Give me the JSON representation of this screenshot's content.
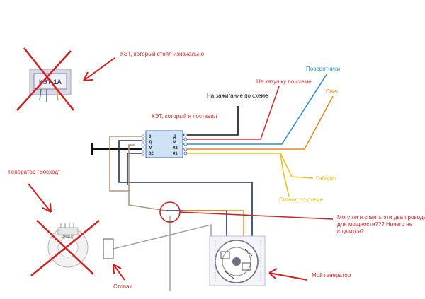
{
  "colors": {
    "annotation": "#d22020",
    "wire_black": "#111111",
    "wire_red": "#d23030",
    "wire_blue": "#2a8fcf",
    "wire_orange": "#e08a1e",
    "wire_yellow": "#e8c21a",
    "wire_navy": "#1c2f6a",
    "wire_tan": "#b49678",
    "wire_gray": "#9a9a9a",
    "chip": "#cfe3f6"
  },
  "labels": {
    "original_ket": "КЭТ, который стоял изначально",
    "installed_ket": "КЭТ, который я поставил",
    "ignition": "На зажигание по схеме",
    "coil": "На катушку по схеме",
    "turn_signals": "Поворотники",
    "light": "Свет",
    "dimensions": "Габарит",
    "signal": "Сигнал по схеме",
    "generator_voskhod": "Генератор \"Восход\"",
    "stopak": "Стопак",
    "my_generator": "Мой генератор",
    "question_line1": "Могу ли я спаять эти два провода",
    "question_line2": "для мощности??? Ничего не",
    "question_line3": "случится?"
  },
  "photos": {
    "old_ket_text": "КЭТ-1А",
    "old_generator_text": "ЗАДОТ"
  },
  "chip_pins": {
    "left": [
      "3",
      "Д",
      "М",
      "02"
    ],
    "right": [
      "Д",
      "М",
      "02",
      "01"
    ]
  }
}
